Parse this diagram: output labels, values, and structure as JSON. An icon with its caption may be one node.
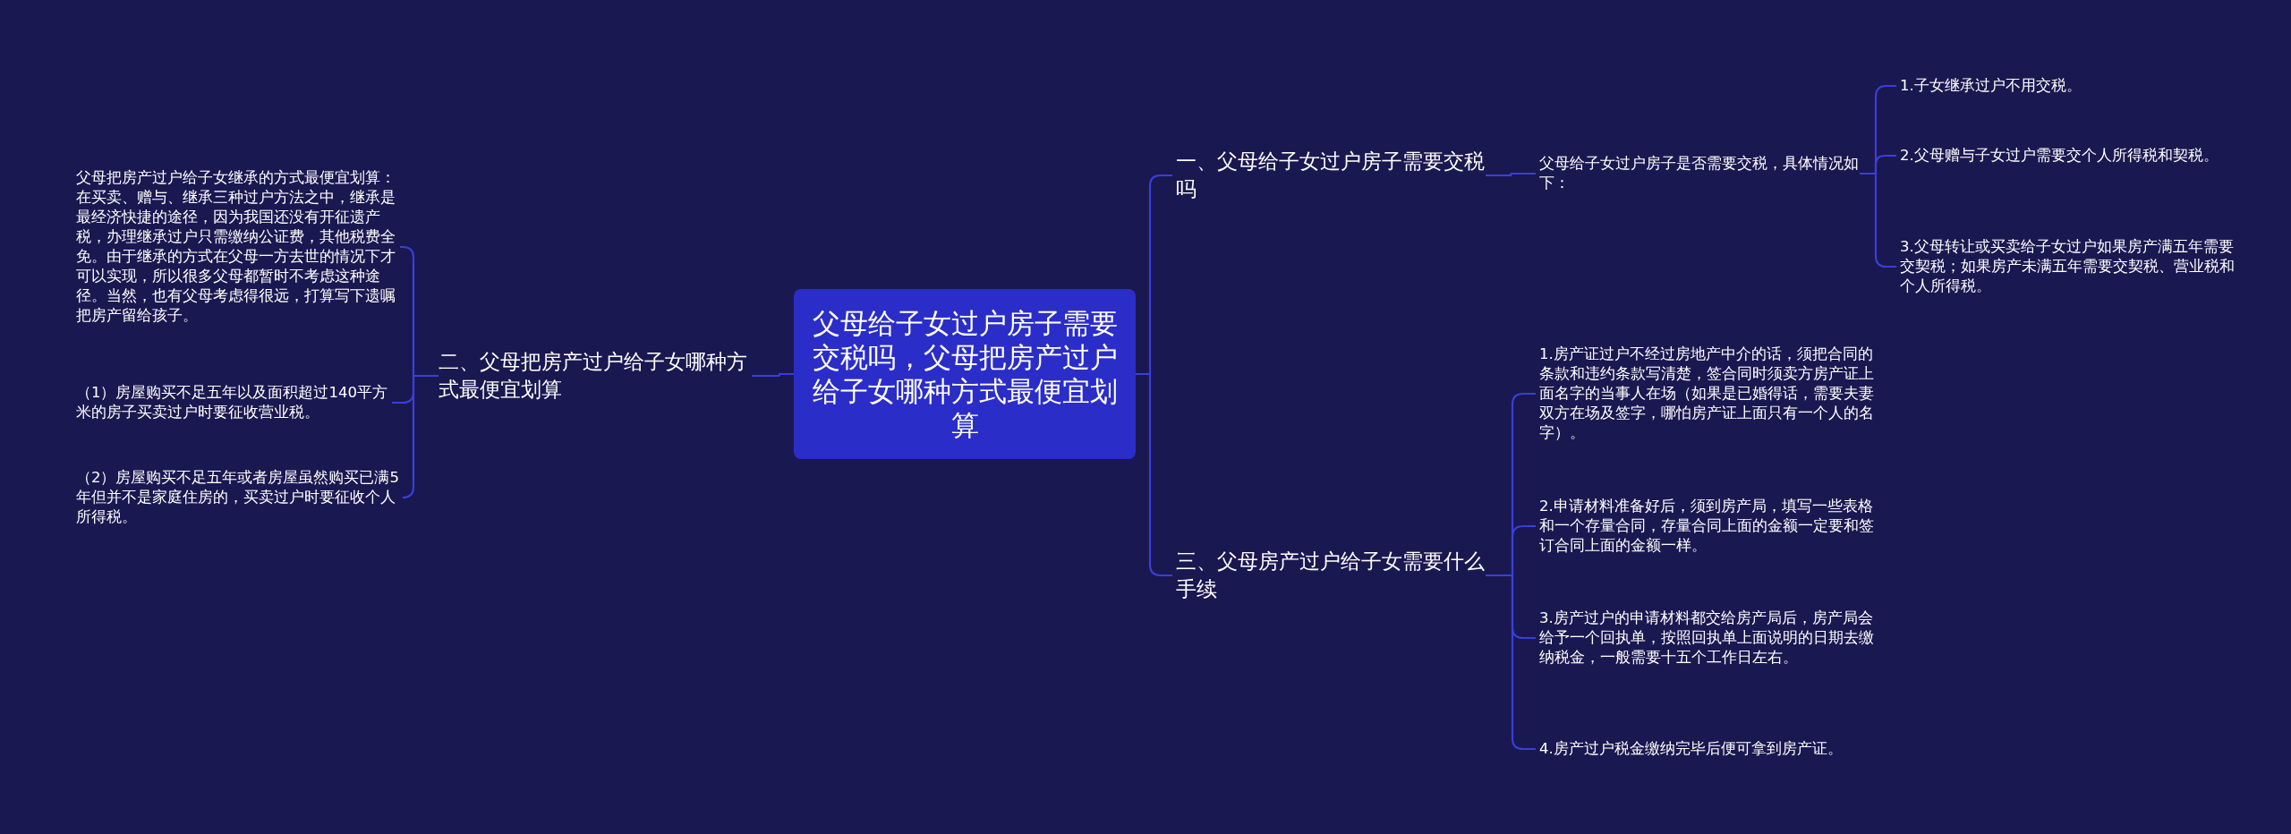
{
  "diagram": {
    "nodes": [
      {
        "text": [
          "父母给子女过户房子需要交税吗，父母把房产过户给子女哪种方式最便宜划算"
        ]
      },
      {
        "text": [
          "一、父母给子女过户房子需要交税吗"
        ]
      },
      {
        "text": [
          "父母给子女过户房子是否需要交税，具体情况如下："
        ]
      },
      {
        "text": [
          "1.子女继承过户不用交税。"
        ]
      },
      {
        "text": [
          "2.父母赠与子女过户需要交个人所得税和契税。"
        ]
      },
      {
        "text": [
          "3.父母转让或买卖给子女过户如果房产满五年需要交契税；如果房产未满五年需要交契税、营业税和个人所得税。"
        ]
      },
      {
        "text": [
          "三、父母房产过户给子女需要什么手续"
        ]
      },
      {
        "text": [
          "1.房产证过户不经过房地产中介的话，须把合同的条款和违约条款写清楚，签合同时须卖方房产证上面名字的当事人在场（如果是已婚得话，需要夫妻双方在场及签字，哪怕房产证上面只有一个人的名字）。"
        ]
      },
      {
        "text": [
          "2.申请材料准备好后，须到房产局，填写一些表格和一个存量合同，存量合同上面的金额一定要和签订合同上面的金额一样。"
        ]
      },
      {
        "text": [
          "3.房产过户的申请材料都交给房产局后，房产局会给予一个回执单，按照回执单上面说明的日期去缴纳税金，一般需要十五个工作日左右。"
        ]
      },
      {
        "text": [
          "4.房产过户税金缴纳完毕后便可拿到房产证。"
        ]
      },
      {
        "text": [
          "二、父母把房产过户给子女哪种方式最便宜划算"
        ]
      },
      {
        "text": [
          "父母把房产过户给子女继承的方式最便宜划算：在买卖、赠与、继承三种过户方法之中，继承是最经济快捷的途径，因为我国还没有开征遗产税，办理继承过户只需缴纳公证费，其他税费全免。由于继承的方式在父母一方去世的情况下才可以实现，所以很多父母都暂时不考虑这种途径。当然，也有父母考虑得很远，打算写下遗嘱把房产留给孩子。"
        ]
      },
      {
        "text": [
          "（1）房屋购买不足五年以及面积超过140平方米的房子买卖过户时要征收营业税。"
        ]
      },
      {
        "text": [
          "（2）房屋购买不足五年或者房屋虽然购买已满5年但并不是家庭住房的，买卖过户时要征收个人所得税。"
        ]
      }
    ],
    "edges": [
      {
        "from": 0,
        "to": 1,
        "arrow": "none"
      },
      {
        "from": 1,
        "to": 2,
        "arrow": "none"
      },
      {
        "from": 2,
        "to": 3,
        "arrow": "none"
      },
      {
        "from": 2,
        "to": 4,
        "arrow": "none"
      },
      {
        "from": 2,
        "to": 5,
        "arrow": "none"
      },
      {
        "from": 0,
        "to": 6,
        "arrow": "none"
      },
      {
        "from": 6,
        "to": 7,
        "arrow": "none"
      },
      {
        "from": 6,
        "to": 8,
        "arrow": "none"
      },
      {
        "from": 6,
        "to": 9,
        "arrow": "none"
      },
      {
        "from": 6,
        "to": 10,
        "arrow": "none"
      },
      {
        "from": 0,
        "to": 11,
        "arrow": "none"
      },
      {
        "from": 11,
        "to": 12,
        "arrow": "none"
      },
      {
        "from": 11,
        "to": 13,
        "arrow": "none"
      },
      {
        "from": 11,
        "to": 14,
        "arrow": "none"
      }
    ]
  }
}
